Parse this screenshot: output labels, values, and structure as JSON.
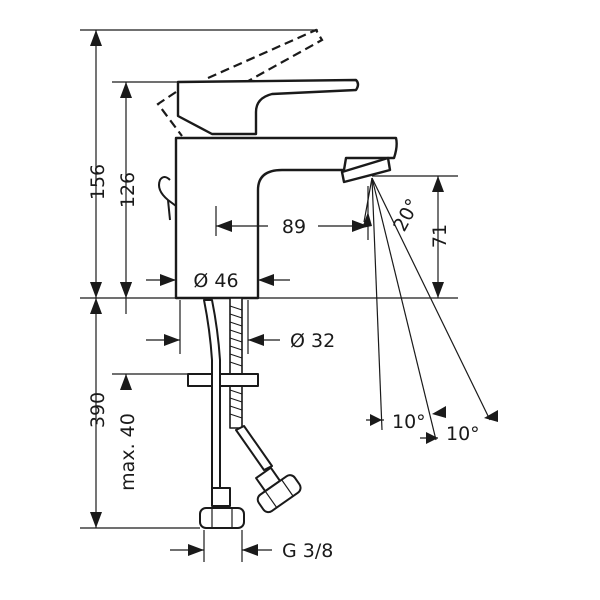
{
  "dimensions": {
    "height_total": "156",
    "height_body": "126",
    "spout_reach": "89",
    "spout_height": "71",
    "base_diameter": "Ø 46",
    "hole_diameter": "Ø 32",
    "hose_length": "390",
    "max_thickness": "max. 40",
    "connection": "G 3/8",
    "jet_angle": "20°",
    "angle_left": "10°",
    "angle_right": "10°"
  }
}
